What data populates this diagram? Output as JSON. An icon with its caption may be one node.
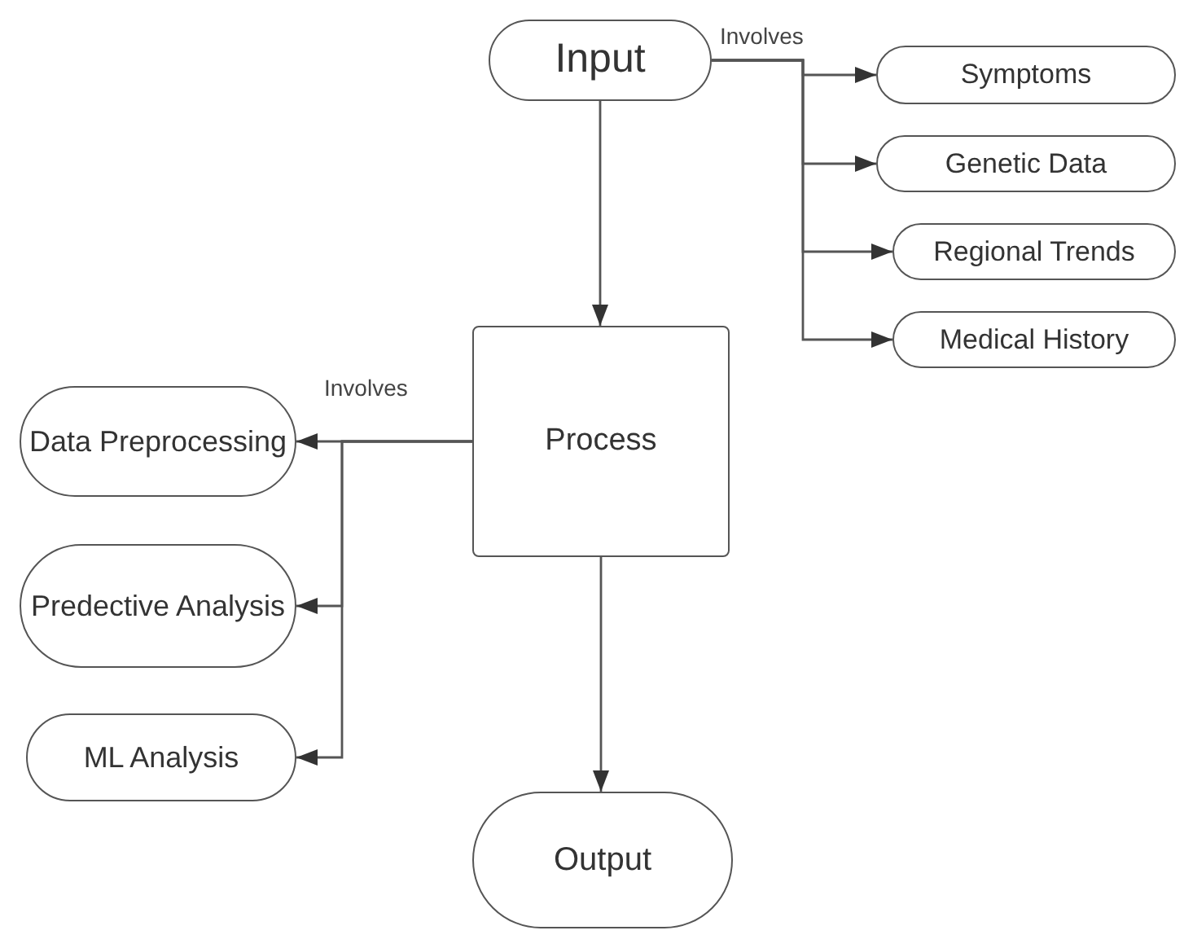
{
  "diagram": {
    "nodes": [
      {
        "text": [
          "Input"
        ]
      },
      {
        "text": [
          "Symptoms"
        ]
      },
      {
        "text": [
          "Genetic Data"
        ]
      },
      {
        "text": [
          "Regional Trends"
        ]
      },
      {
        "text": [
          "Medical History"
        ]
      },
      {
        "text": [
          "Process"
        ]
      },
      {
        "text": [
          "Data Preprocessing"
        ]
      },
      {
        "text": [
          "Predective Analysis"
        ]
      },
      {
        "text": [
          "ML Analysis"
        ]
      },
      {
        "text": [
          "Output"
        ]
      }
    ],
    "edges": [
      {
        "from": 0,
        "to": 1,
        "arrow": "to",
        "label": "Involves"
      },
      {
        "from": 0,
        "to": 2,
        "arrow": "to"
      },
      {
        "from": 0,
        "to": 3,
        "arrow": "to"
      },
      {
        "from": 0,
        "to": 4,
        "arrow": "to"
      },
      {
        "from": 0,
        "to": 5,
        "arrow": "to"
      },
      {
        "from": 5,
        "to": 6,
        "arrow": "to",
        "label": "Involves"
      },
      {
        "from": 5,
        "to": 7,
        "arrow": "to"
      },
      {
        "from": 5,
        "to": 8,
        "arrow": "to"
      },
      {
        "from": 5,
        "to": 9,
        "arrow": "to"
      }
    ]
  }
}
